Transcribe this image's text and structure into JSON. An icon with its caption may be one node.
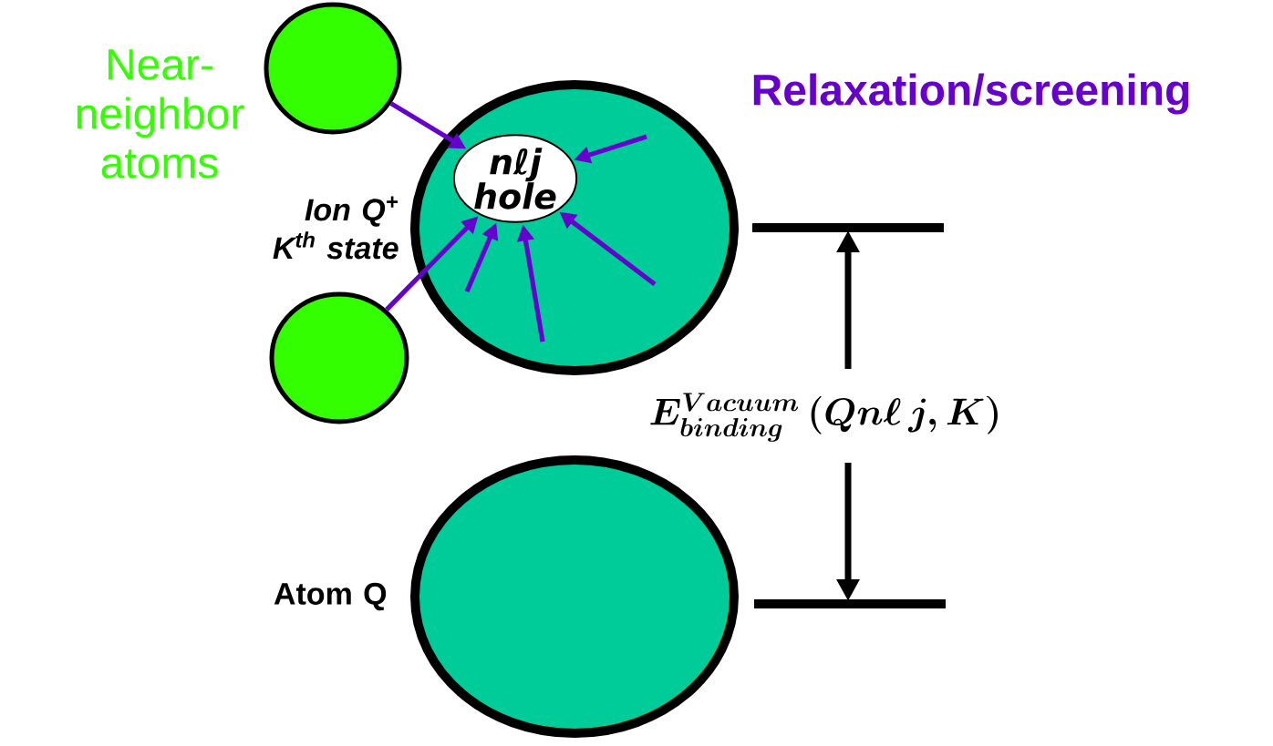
{
  "diagram": {
    "nodes": [
      {
        "text": [],
        "shape": "circle"
      },
      {
        "text": [],
        "shape": "circle"
      },
      {
        "text": [],
        "shape": "circle"
      },
      {
        "text": [
          "nℓj hole"
        ],
        "in": 2
      },
      {
        "text": [],
        "shape": "circle",
        "beside": [
          "Atom Q"
        ]
      }
    ],
    "edges": [
      {
        "from": 0,
        "to": 3,
        "arrow": "to"
      },
      {
        "from": 1,
        "to": 3,
        "arrow": "to"
      },
      {
        "from": null,
        "to": 3,
        "arrow": "to"
      },
      {
        "from": null,
        "to": 3,
        "arrow": "to"
      },
      {
        "from": null,
        "to": 3,
        "arrow": "to"
      },
      {
        "from": null,
        "to": 3,
        "arrow": "to"
      }
    ],
    "labels": [
      "Near-neighbor atoms",
      "Relaxation/screening",
      "Ion Q$^{+}$ K$^{th}$ state",
      "E^{Vacuum}_{binding}\\,(Qn\\ell\\,j,K)"
    ]
  }
}
